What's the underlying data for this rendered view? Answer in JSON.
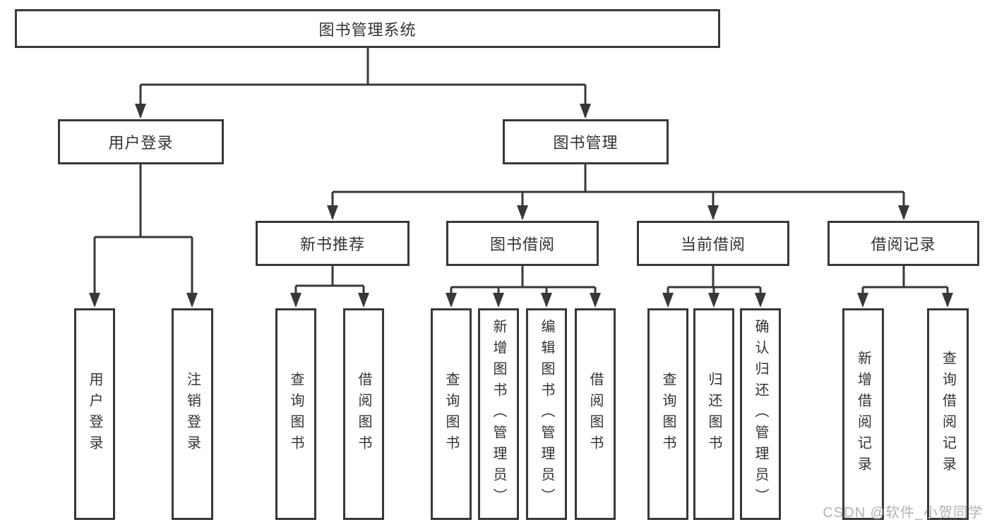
{
  "diagram": {
    "type": "hierarchy-diagram",
    "root": {
      "label": "图书管理系统"
    },
    "branches": [
      {
        "label": "用户登录",
        "children": [
          {
            "label": "用户登录"
          },
          {
            "label": "注销登录"
          }
        ]
      },
      {
        "label": "图书管理",
        "children": [
          {
            "label": "新书推荐",
            "children": [
              {
                "label": "查询图书"
              },
              {
                "label": "借阅图书"
              }
            ]
          },
          {
            "label": "图书借阅",
            "children": [
              {
                "label": "查询图书"
              },
              {
                "label": "新增图书（管理员）"
              },
              {
                "label": "编辑图书（管理员）"
              },
              {
                "label": "借阅图书"
              }
            ]
          },
          {
            "label": "当前借阅",
            "children": [
              {
                "label": "查询图书"
              },
              {
                "label": "归还图书"
              },
              {
                "label": "确认归还（管理员）"
              }
            ]
          },
          {
            "label": "借阅记录",
            "children": [
              {
                "label": "新增借阅记录"
              },
              {
                "label": "查询借阅记录"
              }
            ]
          }
        ]
      }
    ]
  },
  "watermark": {
    "text": "CSDN @软件_小贺同学",
    "color": "#b3b3b3"
  },
  "colors": {
    "line": "#383838",
    "box_border": "#383838",
    "text": "#333333",
    "background": "#ffffff"
  }
}
